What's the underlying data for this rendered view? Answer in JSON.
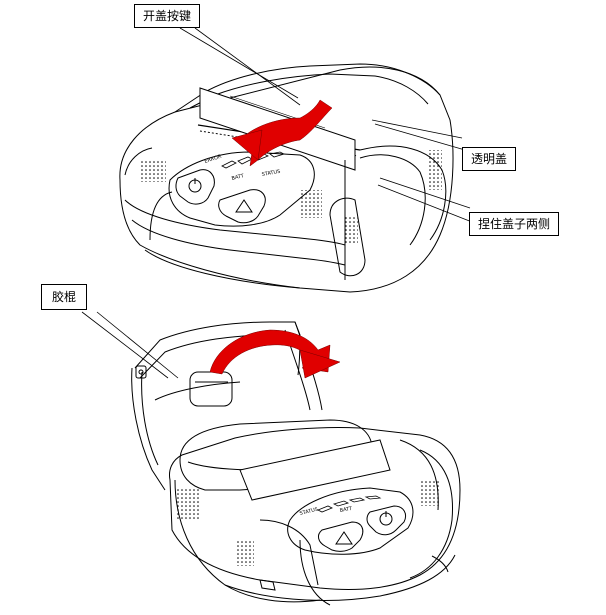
{
  "callouts": {
    "open_button": "开盖按键",
    "transparent_cover": "透明盖",
    "pinch_sides": "捏住盖子两侧",
    "roller": "胶棍"
  },
  "colors": {
    "arrow": "#e00000",
    "line": "#000000"
  }
}
